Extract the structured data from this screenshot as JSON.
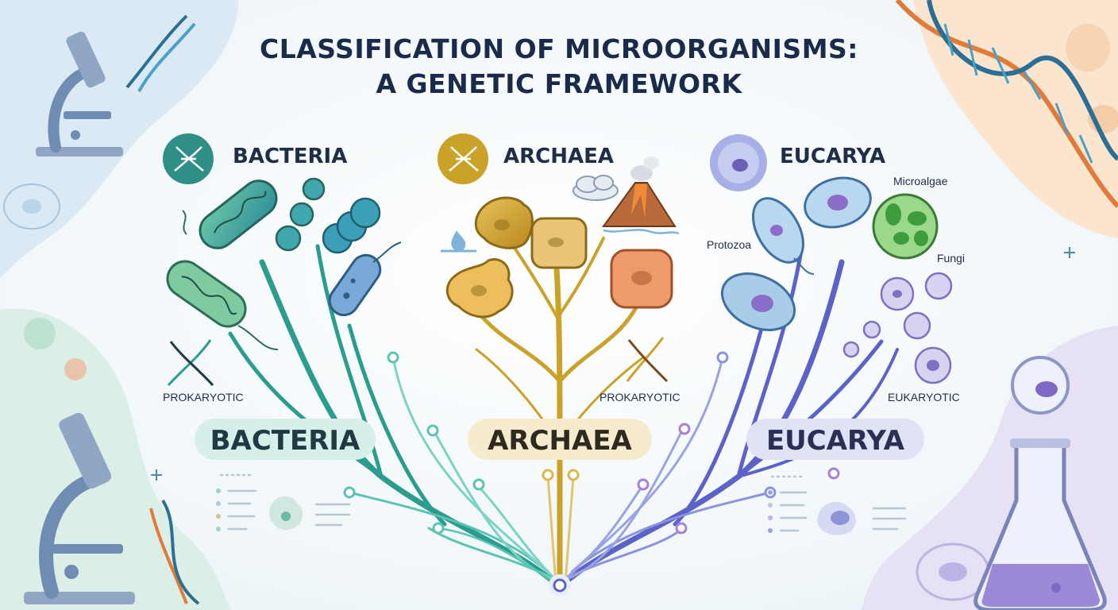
{
  "title": {
    "line1": "CLASSIFICATION OF MICROORGANISMS:",
    "line2": "A GENETIC FRAMEWORK"
  },
  "domains": [
    {
      "header": "BACTERIA",
      "pill": "BACTERIA",
      "cell_type": "PROKARYOTIC",
      "color": "#2a9d8f",
      "pill_bg": "#d7efe9",
      "pill_fg": "#1f3a45"
    },
    {
      "header": "ARCHAEA",
      "pill": "ARCHAEA",
      "cell_type": "PROKARYOTIC",
      "color": "#c9a227",
      "pill_bg": "#f6eccd",
      "pill_fg": "#2e2a20"
    },
    {
      "header": "EUCARYA",
      "pill": "EUCARYA",
      "cell_type": "EUKARYOTIC",
      "color": "#5b63c9",
      "pill_bg": "#dfe3f5",
      "pill_fg": "#2a3055"
    }
  ],
  "eucarya_labels": {
    "microalgae": "Microalgae",
    "protozoa": "Protozoa",
    "fungi": "Fungi"
  },
  "icons": {
    "bacteria_badge": "dna-icon",
    "archaea_badge": "dna-icon",
    "eucarya_badge": "cell-icon",
    "microscope": "microscope-icon",
    "flask": "flask-icon",
    "volcano": "volcano-icon",
    "cloud": "cloud-icon"
  }
}
